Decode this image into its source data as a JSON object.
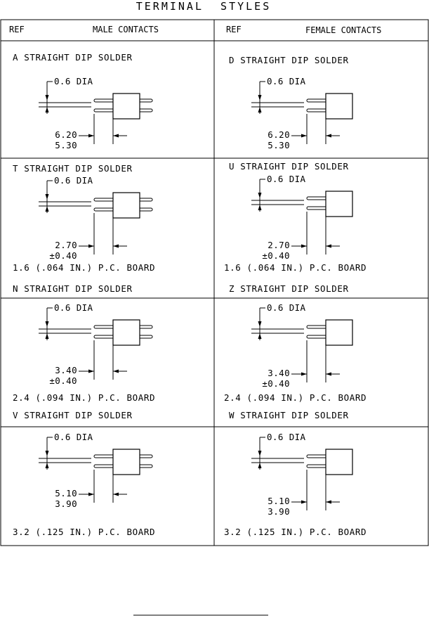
{
  "title": "TERMINAL  STYLES",
  "header": {
    "left_ref": "REF",
    "left_title": "MALE CONTACTS",
    "right_ref": "REF",
    "right_title": "FEMALE CONTACTS"
  },
  "styles": [
    {
      "ref": "A",
      "label": "A  STRAIGHT DIP SOLDER",
      "dia": "0.6 DIA",
      "dim_top": "6.20",
      "dim_bot": "5.30",
      "board": "",
      "gender": "male"
    },
    {
      "ref": "D",
      "label": "D  STRAIGHT DIP SOLDER",
      "dia": "0.6 DIA",
      "dim_top": "6.20",
      "dim_bot": "5.30",
      "board": "",
      "gender": "female"
    },
    {
      "ref": "T",
      "label": "T  STRAIGHT DIP SOLDER",
      "dia": "0.6 DIA",
      "dim_top": "2.70",
      "dim_bot": "±0.40",
      "board": "1.6 (.064 IN.) P.C. BOARD",
      "gender": "male"
    },
    {
      "ref": "U",
      "label": "U  STRAIGHT DIP SOLDER",
      "dia": "0.6 DIA",
      "dim_top": "2.70",
      "dim_bot": "±0.40",
      "board": "1.6 (.064 IN.) P.C. BOARD",
      "gender": "female"
    },
    {
      "ref": "N",
      "label": "N  STRAIGHT DIP SOLDER",
      "dia": "0.6 DIA",
      "dim_top": "3.40",
      "dim_bot": "±0.40",
      "board": "2.4 (.094 IN.) P.C. BOARD",
      "gender": "male"
    },
    {
      "ref": "Z",
      "label": "Z  STRAIGHT DIP SOLDER",
      "dia": "0.6 DIA",
      "dim_top": "3.40",
      "dim_bot": "±0.40",
      "board": "2.4 (.094 IN.) P.C. BOARD",
      "gender": "female"
    },
    {
      "ref": "V",
      "label": "V  STRAIGHT DIP SOLDER",
      "dia": "0.6 DIA",
      "dim_top": "5.10",
      "dim_bot": "3.90",
      "board": "3.2 (.125 IN.) P.C. BOARD",
      "gender": "male"
    },
    {
      "ref": "W",
      "label": "W  STRAIGHT DIP SOLDER",
      "dia": "0.6 DIA",
      "dim_top": "5.10",
      "dim_bot": "3.90",
      "board": "3.2 (.125 IN.) P.C. BOARD",
      "gender": "female"
    }
  ]
}
